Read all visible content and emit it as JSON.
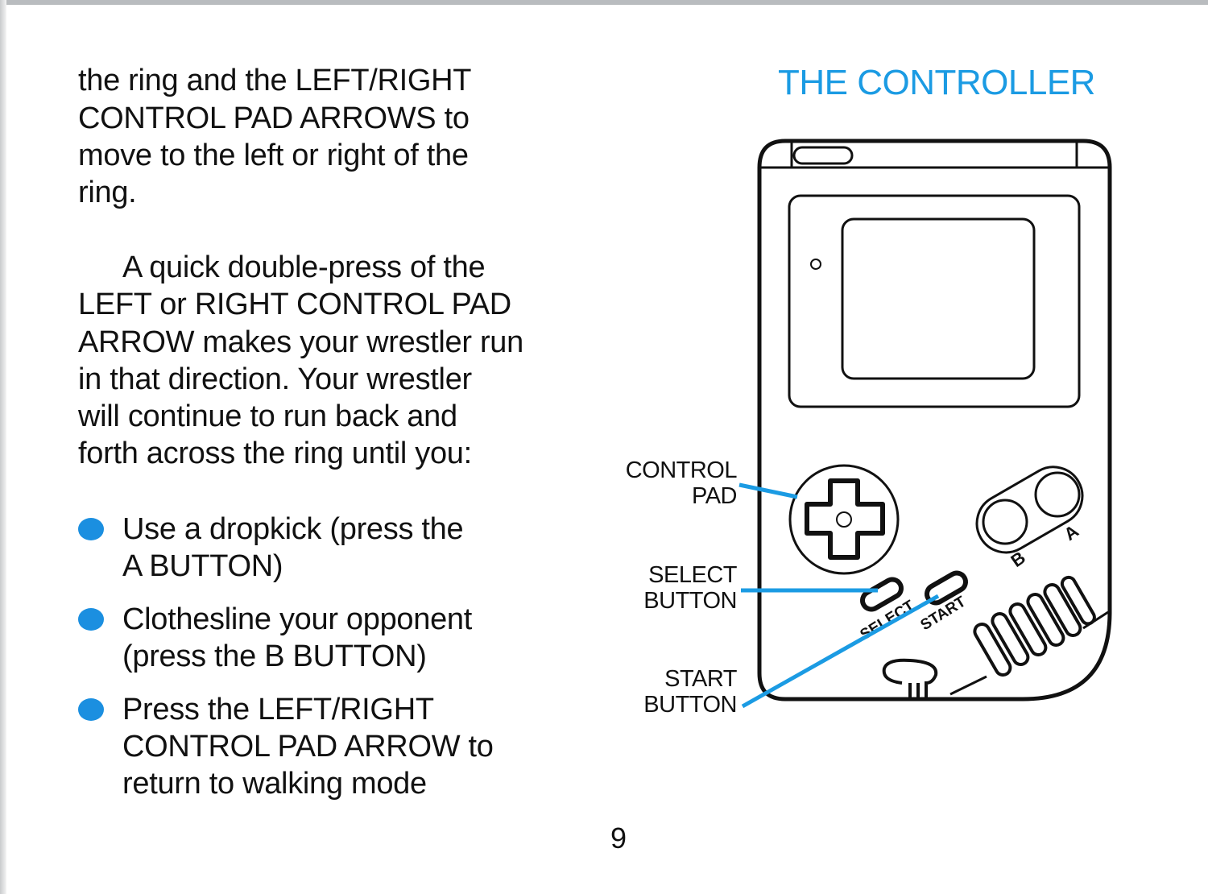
{
  "paragraph1": [
    "the ring and the LEFT/RIGHT",
    "CONTROL PAD ARROWS to",
    "move to the left or right of the",
    "ring."
  ],
  "paragraph2": [
    "A quick double-press of the",
    "LEFT or RIGHT CONTROL PAD",
    "ARROW makes your wrestler run",
    "in that direction.  Your wrestler",
    "will continue to run back and",
    "forth across the ring until you:"
  ],
  "bullets": [
    {
      "lines": [
        "Use a dropkick (press the",
        "A BUTTON)"
      ]
    },
    {
      "lines": [
        "Clothesline your opponent",
        "(press the B BUTTON)"
      ]
    },
    {
      "lines": [
        "Press the LEFT/RIGHT",
        "CONTROL PAD ARROW to",
        "return to walking mode"
      ]
    }
  ],
  "controller": {
    "title": "THE CONTROLLER",
    "labels": {
      "control_pad": [
        "CONTROL",
        "PAD"
      ],
      "select_button": [
        "SELECT",
        "BUTTON"
      ],
      "start_button": [
        "START",
        "BUTTON"
      ]
    },
    "device_text": {
      "select": "SELECT",
      "start": "START",
      "a": "A",
      "b": "B"
    }
  },
  "page_number": "9",
  "colors": {
    "accent": "#1b9be3",
    "text": "#111111"
  }
}
